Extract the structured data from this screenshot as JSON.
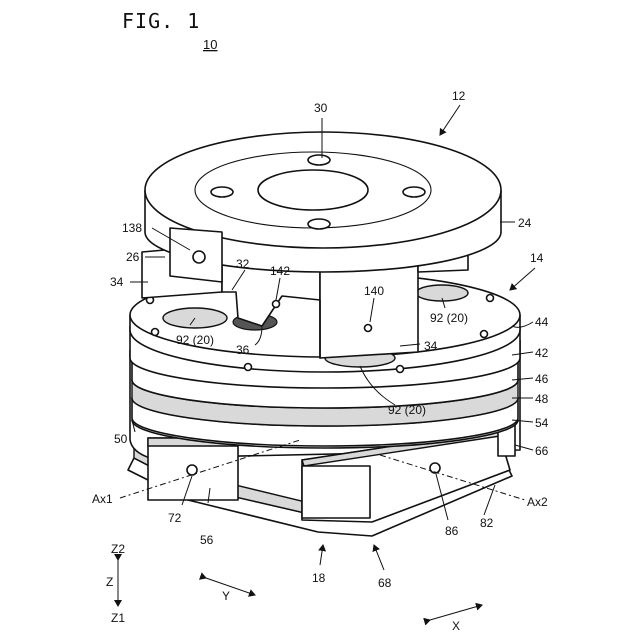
{
  "figure": {
    "title": "FIG. 1",
    "reference": "10"
  },
  "labels": {
    "l12": "12",
    "l30": "30",
    "l24": "24",
    "l138": "138",
    "l26": "26",
    "l34a": "34",
    "l32": "32",
    "l142": "142",
    "l14": "14",
    "l140": "140",
    "l92a": "92 (20)",
    "l92b": "92 (20)",
    "l44": "44",
    "l36": "36",
    "l34b": "34",
    "l42": "42",
    "l46": "46",
    "l48": "48",
    "l92c": "92 (20)",
    "l54": "54",
    "l50": "50",
    "l66": "66",
    "ax1": "Ax1",
    "ax2": "Ax2",
    "l72": "72",
    "l86": "86",
    "l82": "82",
    "l56": "56",
    "l18": "18",
    "l68": "68"
  },
  "axes": {
    "z2": "Z2",
    "z": "Z",
    "z1": "Z1",
    "y": "Y",
    "x": "X"
  }
}
